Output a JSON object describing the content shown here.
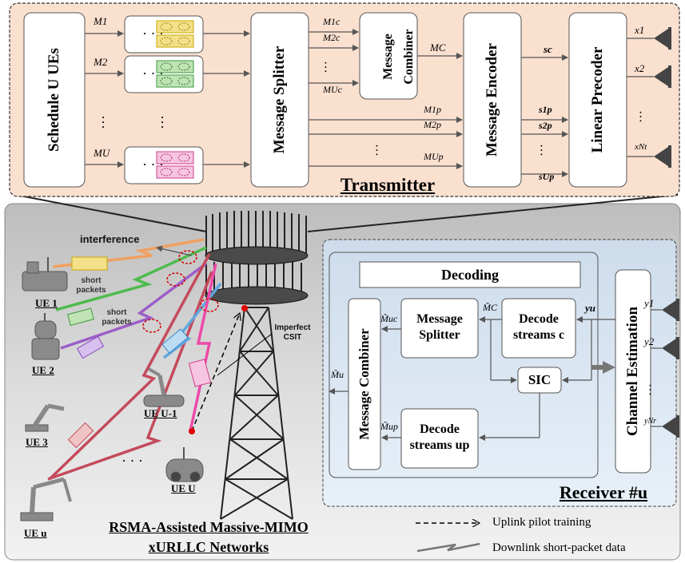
{
  "transmitter": {
    "title": "Transmitter",
    "schedule": "Schedule U UEs",
    "splitter": "Message Splitter",
    "combiner": "Message Combiner",
    "encoder": "Message Encoder",
    "precoder": "Linear Precoder",
    "msg_labels": [
      "M1",
      "M2",
      "MU"
    ],
    "common_labels": [
      "M1c",
      "M2c",
      "MUc"
    ],
    "mc": "MC",
    "private_labels": [
      "M1p",
      "M2p",
      "MUp"
    ],
    "sc": "sc",
    "private_streams": [
      "s1p",
      "s2p",
      "sUp"
    ],
    "outputs": [
      "x1",
      "x2",
      "xNt"
    ]
  },
  "network": {
    "interference": "interference",
    "short_packets_1": "short packets",
    "short_packets_2": "short packets",
    "imperfect_csit": "Imperfect CSIT",
    "ue_labels": [
      "UE 1",
      "UE 2",
      "UE 3",
      "UE U-1",
      "UE U",
      "UE u"
    ],
    "title_line1": "RSMA-Assisted Massive-MIMO",
    "title_line2": "xURLLC Networks"
  },
  "receiver": {
    "title": "Receiver #u",
    "decoding": "Decoding",
    "msg_combiner": "Message Combiner",
    "msg_splitter": "Message Splitter",
    "decode_sc": "Decode streams c",
    "sic": "SIC",
    "decode_sup": "Decode streams up",
    "channel_est": "Channel Estimation",
    "yu": "yu",
    "mc_tilde": "M̃C",
    "muc_tilde": "M̃uc",
    "mup_tilde": "M̃up",
    "mu_tilde": "M̃u",
    "inputs": [
      "y1",
      "y2",
      "yNr"
    ]
  },
  "legend": {
    "uplink": "Uplink pilot training",
    "downlink": "Downlink short-packet data"
  }
}
